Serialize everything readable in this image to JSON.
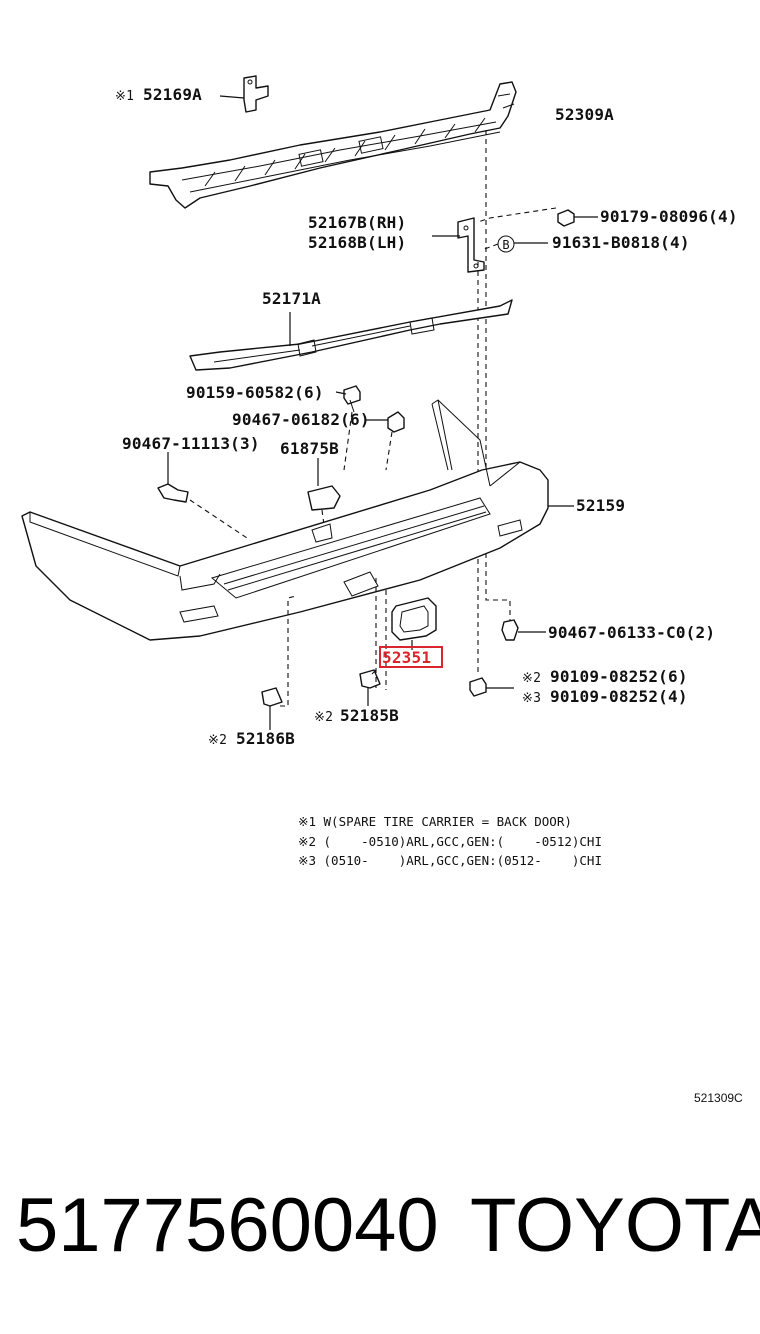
{
  "diagram": {
    "labels": {
      "p52169A": "52169A",
      "p52309A": "52309A",
      "p52167B": "52167B(RH)",
      "p52168B": "52168B(LH)",
      "p90179": "90179-08096(4)",
      "p91631": "91631-B0818(4)",
      "p52171A": "52171A",
      "p90159": "90159-60582(6)",
      "p90467a": "90467-06182(6)",
      "p90467b": "90467-11113(3)",
      "p61875B": "61875B",
      "p52159": "52159",
      "p90467c": "90467-06133-C0(2)",
      "p52351": "52351",
      "p90109a": "90109-08252(6)",
      "p90109b": "90109-08252(4)",
      "p52185B": "52185B",
      "p52186B": "52186B"
    },
    "markers": {
      "m1": "※1",
      "m2": "※2",
      "m3": "※3",
      "circle_b": "B"
    },
    "notes": [
      "※1 W(SPARE TIRE CARRIER = BACK DOOR)",
      "※2 (    -0510)ARL,GCC,GEN:(    -0512)CHI",
      "※3 (0510-    )ARL,GCC,GEN:(0512-    )CHI"
    ],
    "drawing_code": "521309C",
    "highlight_color": "#d8262c"
  },
  "footer": {
    "part_number": "5177560040",
    "brand": "TOYOTA"
  }
}
